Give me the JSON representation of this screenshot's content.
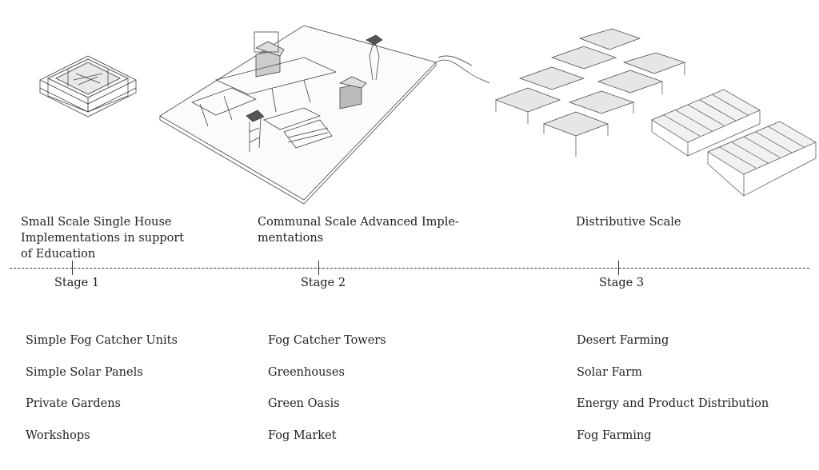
{
  "stages": [
    {
      "heading": "Small Scale Single House Implementations  in support of Education",
      "heading_lines": [
        "Small Scale Single House",
        "Implementations  in support",
        "of Education"
      ],
      "label": "Stage 1",
      "features": [
        "Simple Fog Catcher Units",
        "Simple Solar Panels",
        "Private Gardens",
        "Workshops"
      ],
      "illustration": "single-house-isometric"
    },
    {
      "heading": "Communal Scale Advanced Implementations",
      "heading_lines": [
        "Communal Scale Advanced Imple-",
        "mentations"
      ],
      "label": "Stage 2",
      "features": [
        "Fog Catcher Towers",
        "Greenhouses",
        "Green Oasis",
        "Fog Market"
      ],
      "illustration": "communal-site-isometric"
    },
    {
      "heading": "Distributive Scale",
      "heading_lines": [
        "Distributive Scale"
      ],
      "label": "Stage 3",
      "features": [
        "Desert Farming",
        "Solar Farm",
        "Energy and Product Distribution",
        "Fog Farming"
      ],
      "illustration": "solar-farm-and-greenhouses-isometric"
    }
  ]
}
